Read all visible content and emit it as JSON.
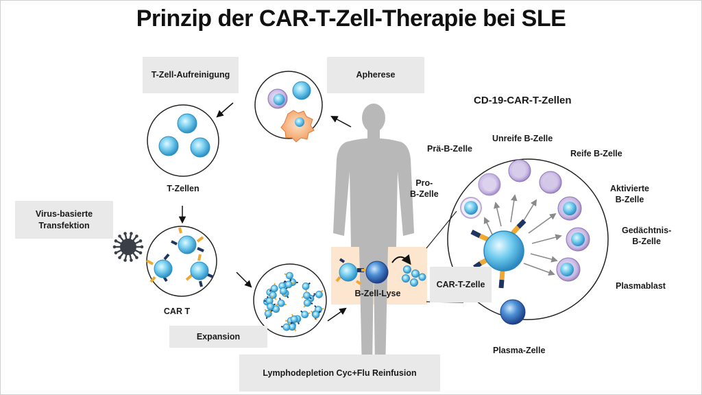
{
  "title": "Prinzip der CAR-T-Zell-Therapie bei SLE",
  "steps": {
    "apherese": "Apherese",
    "aufreinigung": "T-Zell-Aufreinigung",
    "t_zellen": "T-Zellen",
    "transfektion": "Virus-basierte\nTransfektion",
    "car_t": "CAR T",
    "expansion": "Expansion",
    "lymphodepletion": "Lymphodepletion Cyc+Flu Reinfusion",
    "lyse": "B-Zell-Lyse"
  },
  "detail": {
    "heading": "CD-19-CAR-T-Zellen",
    "car_t_zelle": "CAR-T-Zelle",
    "stages": {
      "pro_b": "Pro-\nB-Zelle",
      "prae_b": "Prä-B-Zelle",
      "unreife_b": "Unreife B-Zelle",
      "reife_b": "Reife B-Zelle",
      "aktivierte_b": "Aktivierte\nB-Zelle",
      "gedaechtnis_b": "Gedächtnis-\nB-Zelle",
      "plasmablast": "Plasmablast",
      "plasma_zelle": "Plasma-Zelle"
    }
  },
  "colors": {
    "cell_blue": "#5cc6ea",
    "cell_dark": "#2a5fa8",
    "receptor_gold": "#f0a830",
    "receptor_navy": "#1f3560",
    "b_cell_purple": "#9b84c2",
    "body_gray": "#b5b5b5",
    "lysis_bg": "#fce6cf"
  }
}
